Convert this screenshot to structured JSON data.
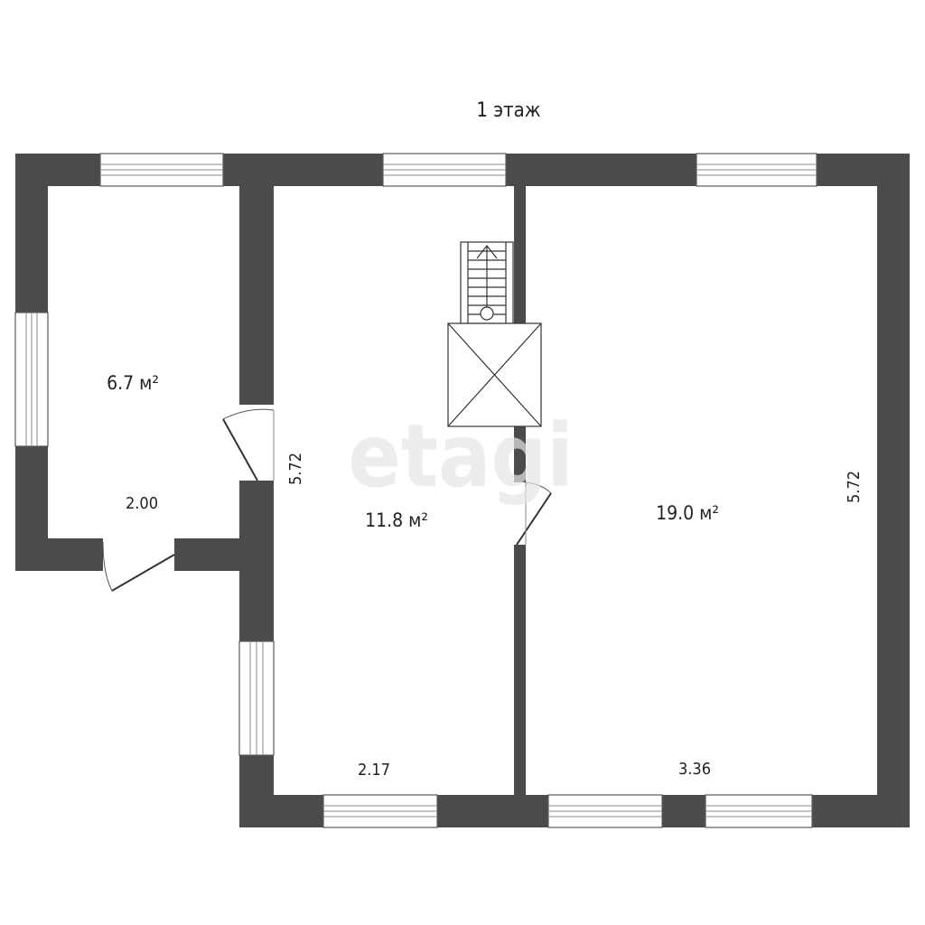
{
  "floor_title": "1 этаж",
  "watermark": "etagi",
  "colors": {
    "wall": "#4b4b4d",
    "background": "#ffffff",
    "text": "#222222"
  },
  "rooms": [
    {
      "id": "left",
      "area": "6.7 м²",
      "width_dim": "2.00"
    },
    {
      "id": "middle",
      "area": "11.8 м²",
      "height_dim": "5.72",
      "width_dim": "2.17"
    },
    {
      "id": "right",
      "area": "19.0 м²",
      "height_dim": "5.72",
      "width_dim": "3.36"
    }
  ]
}
